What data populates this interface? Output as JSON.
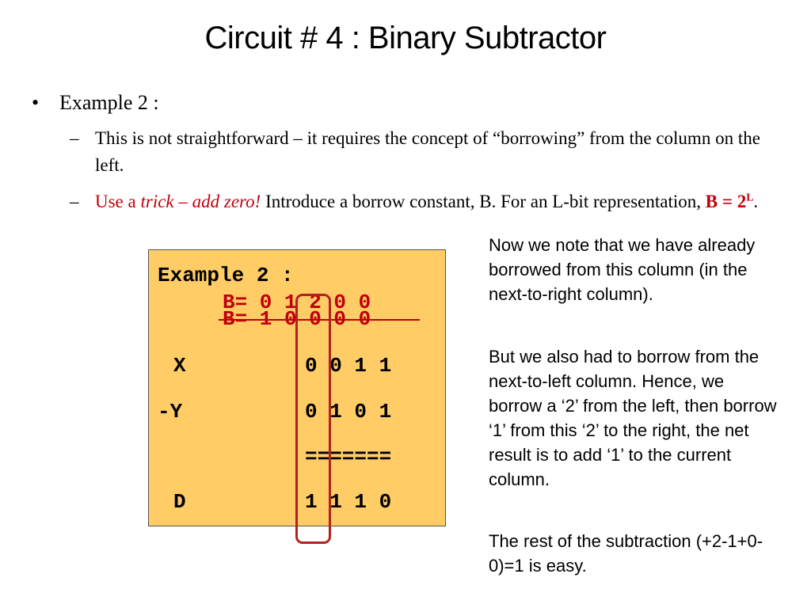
{
  "slide": {
    "title": "Circuit # 4 : Binary Subtractor",
    "bullet": {
      "marker": "•",
      "text": "Example 2 :"
    },
    "sub1": {
      "dash": "–",
      "text": "This is not straightforward – it requires the concept of “borrowing” from the column on the left."
    },
    "sub2": {
      "dash": "–",
      "part_red1": "Use a ",
      "part_red_italic": "trick – add zero!",
      "part_black": "  Introduce a borrow constant, B.  For an L-bit representation, ",
      "formula_base": "B = 2",
      "formula_exp": "L",
      "end": "."
    }
  },
  "panel": {
    "heading": "Example 2 :",
    "borrow_new": "B= 0 1 2 0 0",
    "borrow_old": "B= 1 0 0 0 0",
    "x_label": "X",
    "x_value": "0 0 1 1",
    "y_label": "-Y",
    "y_value": "0 1 0 1",
    "rule": "=======",
    "d_label": "D",
    "d_value": "1 1 1 0"
  },
  "notes": {
    "p1": "Now we note that we have already borrowed from this column (in the next-to-right column).",
    "p2": "But we also had to borrow from the next-to-left column. Hence, we borrow a ‘2’ from the left, then borrow ‘1’ from this ‘2’ to the right, the net result is to add ‘1’ to the current column.",
    "p3": "The rest of the subtraction (+2-1+0-0)=1 is easy."
  },
  "colors": {
    "accent_red": "#c0000b",
    "panel_bg": "#ffcc66",
    "circle": "#b22222"
  }
}
